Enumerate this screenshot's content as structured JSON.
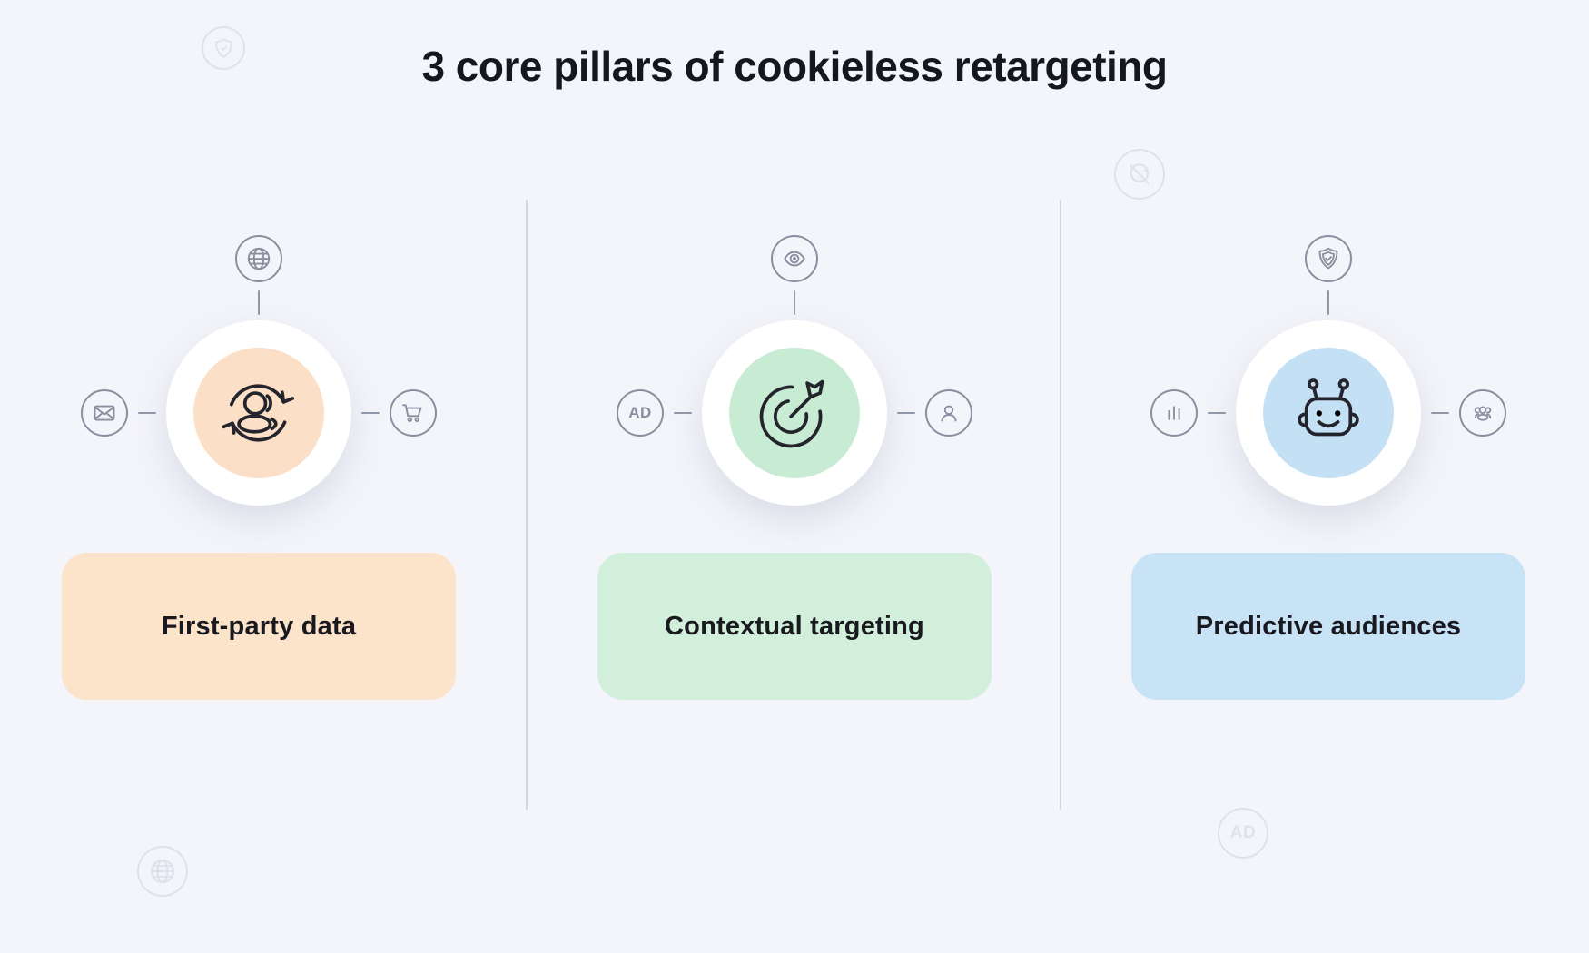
{
  "title": "3 core pillars of cookieless retargeting",
  "pillars": [
    {
      "label": "First-party data",
      "card_bg": "#FCE4CB",
      "hub_bg": "#FBDFC6",
      "hub_icon": "user-sync-icon",
      "top_icon": "globe-icon",
      "left_icon": "envelope-icon",
      "right_icon": "cart-icon"
    },
    {
      "label": "Contextual targeting",
      "card_bg": "#D2EFDB",
      "hub_bg": "#C7EBD3",
      "hub_icon": "target-dart-icon",
      "top_icon": "eye-icon",
      "left_icon": "ad-badge",
      "left_badge_text": "AD",
      "right_icon": "person-icon"
    },
    {
      "label": "Predictive audiences",
      "card_bg": "#C8E3F6",
      "hub_bg": "#C4E0F4",
      "hub_icon": "robot-icon",
      "top_icon": "shield-check-icon",
      "left_icon": "bar-chart-icon",
      "right_icon": "people-group-icon"
    }
  ],
  "background_icons": {
    "top_left": "shield-check",
    "top_right": "no-cookie",
    "bottom_left": "globe",
    "bottom_right_text": "AD"
  },
  "colors": {
    "page_bg": "#F4F5FA",
    "satellite_gray": "#8A8FA0",
    "hub_icon_dark": "#23242C",
    "faint_icon": "#DFE1ED",
    "divider": "#D3D5E0",
    "title_text": "#16161E",
    "card_text": "#191920"
  }
}
